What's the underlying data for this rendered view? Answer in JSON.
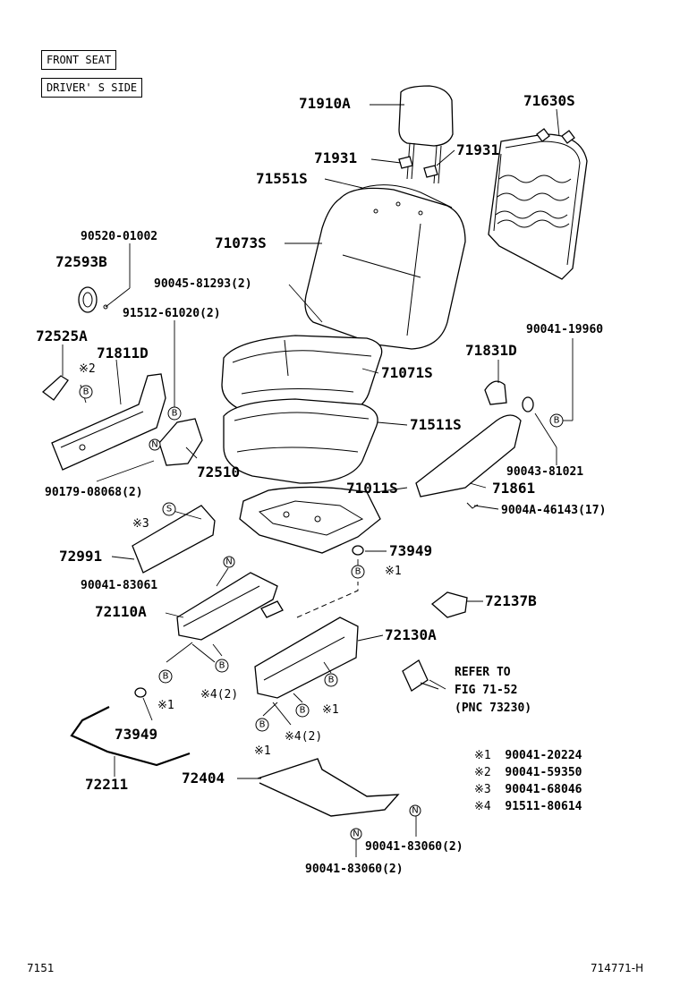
{
  "header": {
    "box1": "FRONT SEAT",
    "box2": "DRIVER' S SIDE"
  },
  "parts": {
    "p71910A": "71910A",
    "p71931L": "71931",
    "p71931R": "71931",
    "p71551S": "71551S",
    "p71630S": "71630S",
    "p71073S": "71073S",
    "p90520": "90520-01002",
    "p72593B": "72593B",
    "p90045": "90045-81293(2)",
    "p91512": "91512-61020(2)",
    "p72525A": "72525A",
    "p71811D": "71811D",
    "p71071S": "71071S",
    "p90041_19960": "90041-19960",
    "p71831D": "71831D",
    "p71511S": "71511S",
    "p72510": "72510",
    "p90043": "90043-81021",
    "p90179": "90179-08068(2)",
    "p71011S": "71011S",
    "p71861": "71861",
    "p9004A": "9004A-46143(17)",
    "p72991": "72991",
    "p73949a": "73949",
    "p90041_83061": "90041-83061",
    "p72137B": "72137B",
    "p72110A": "72110A",
    "p72130A": "72130A",
    "p73949b": "73949",
    "p72211": "72211",
    "p72404": "72404",
    "p90041_83060a": "90041-83060(2)",
    "p90041_83060b": "90041-83060(2)"
  },
  "marks": {
    "x2": "※2",
    "x3": "※3",
    "x1a": "※1",
    "x1b": "※1",
    "x1c": "※1",
    "x1d": "※1",
    "x4a": "※4(2)",
    "x4b": "※4(2)"
  },
  "circles": {
    "B": "B",
    "N": "N",
    "S": "S"
  },
  "refer": {
    "line1": "REFER TO",
    "line2": "FIG 71-52",
    "line3": "(PNC 73230)"
  },
  "legend": [
    {
      "mark": "※1",
      "part": "90041-20224"
    },
    {
      "mark": "※2",
      "part": "90041-59350"
    },
    {
      "mark": "※3",
      "part": "90041-68046"
    },
    {
      "mark": "※4",
      "part": "91511-80614"
    }
  ],
  "footer": {
    "left": "7151",
    "right": "714771-H"
  }
}
